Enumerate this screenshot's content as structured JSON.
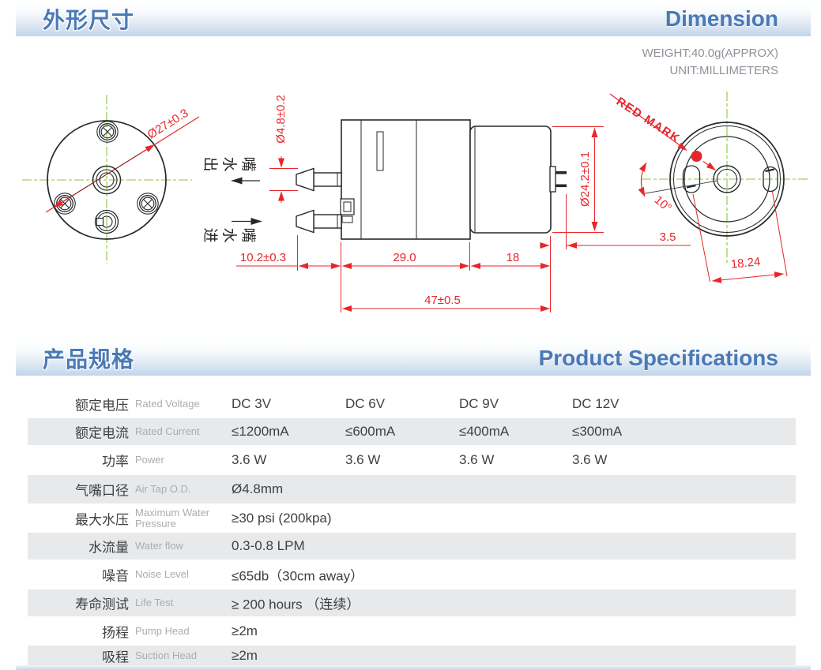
{
  "section_dimension": {
    "title_zh": "外形尺寸",
    "title_en": "Dimension",
    "weight_note": "WEIGHT:40.0g(APPROX)",
    "unit_note": "UNIT:MILLIMETERS"
  },
  "drawing": {
    "front_diameter": "Ø27±0.3",
    "outlet_label": "出水嘴",
    "inlet_label": "进水嘴",
    "nozzle_od": "Ø4.8±0.2",
    "nozzle_length": "10.2±0.3",
    "pump_length": "29.0",
    "motor_length": "18",
    "total_length": "47±0.5",
    "motor_od": "Ø24.2±0.1",
    "pin_length": "3.5",
    "red_mark": "RED MARK",
    "mark_angle": "10°",
    "slot_spacing": "18.24"
  },
  "section_specs": {
    "title_zh": "产品规格",
    "title_en": "Product Specifications",
    "rows": [
      {
        "zh": "额定电压",
        "en": "Rated Voltage",
        "values": [
          "DC 3V",
          "DC 6V",
          "DC 9V",
          "DC 12V"
        ]
      },
      {
        "zh": "额定电流",
        "en": "Rated Current",
        "values": [
          "≤1200mA",
          "≤600mA",
          "≤400mA",
          "≤300mA"
        ]
      },
      {
        "zh": "功率",
        "en": "Power",
        "values": [
          "3.6 W",
          "3.6 W",
          "3.6 W",
          "3.6 W"
        ]
      },
      {
        "zh": "气嘴口径",
        "en": "Air Tap O.D.",
        "values": [
          "Ø4.8mm"
        ]
      },
      {
        "zh": "最大水压",
        "en": "Maximum Water Pressure",
        "values": [
          "≥30 psi (200kpa)"
        ]
      },
      {
        "zh": "水流量",
        "en": "Water flow",
        "values": [
          "0.3-0.8 LPM"
        ]
      },
      {
        "zh": "噪音",
        "en": "Noise Level",
        "values": [
          "≤65db（30cm away）"
        ]
      },
      {
        "zh": "寿命测试",
        "en": "Life Test",
        "values": [
          "≥ 200 hours （连续）"
        ]
      },
      {
        "zh": "扬程",
        "en": "Pump Head",
        "values": [
          "≥2m"
        ]
      },
      {
        "zh": "吸程",
        "en": "Suction Head",
        "values": [
          "≥2m"
        ]
      }
    ]
  },
  "colors": {
    "accent_blue": "#4a79b5",
    "dim_red": "#e8262a",
    "centerline_green": "#8cc63e",
    "row_gray": "#e7e9eb"
  }
}
